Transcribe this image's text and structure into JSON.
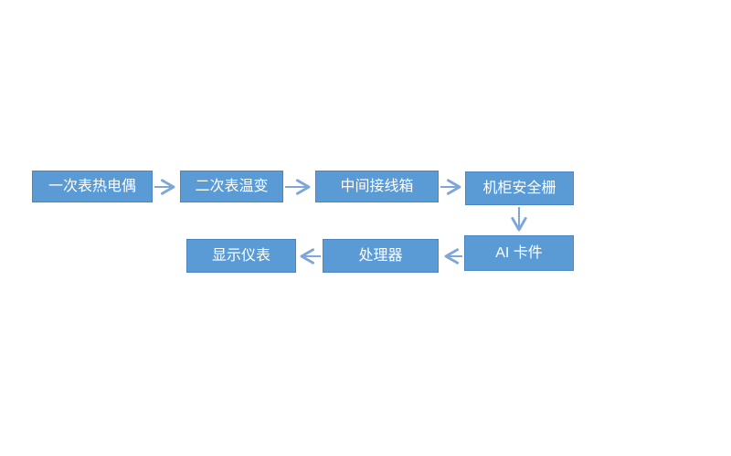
{
  "diagram": {
    "type": "flowchart",
    "background_color": "#ffffff",
    "node_fill_color": "#5b9bd5",
    "node_border_color": "#4a86c6",
    "node_text_color": "#ffffff",
    "arrow_color": "#7ea6d9",
    "nodes": [
      {
        "id": "primary-thermocouple",
        "label": "一次表热电偶",
        "row": 1
      },
      {
        "id": "secondary-temp-transmitter",
        "label": "二次表温变",
        "row": 1
      },
      {
        "id": "intermediate-junction-box",
        "label": "中间接线箱",
        "row": 1
      },
      {
        "id": "cabinet-safety-barrier",
        "label": "机柜安全栅",
        "row": 1
      },
      {
        "id": "display-instrument",
        "label": "显示仪表",
        "row": 2
      },
      {
        "id": "processor",
        "label": "处理器",
        "row": 2
      },
      {
        "id": "ai-card",
        "label": "AI 卡件",
        "row": 2
      }
    ],
    "edges": [
      {
        "from": "primary-thermocouple",
        "to": "secondary-temp-transmitter",
        "direction": "right"
      },
      {
        "from": "secondary-temp-transmitter",
        "to": "intermediate-junction-box",
        "direction": "right"
      },
      {
        "from": "intermediate-junction-box",
        "to": "cabinet-safety-barrier",
        "direction": "right"
      },
      {
        "from": "cabinet-safety-barrier",
        "to": "ai-card",
        "direction": "down"
      },
      {
        "from": "ai-card",
        "to": "processor",
        "direction": "left"
      },
      {
        "from": "processor",
        "to": "display-instrument",
        "direction": "left"
      }
    ]
  }
}
